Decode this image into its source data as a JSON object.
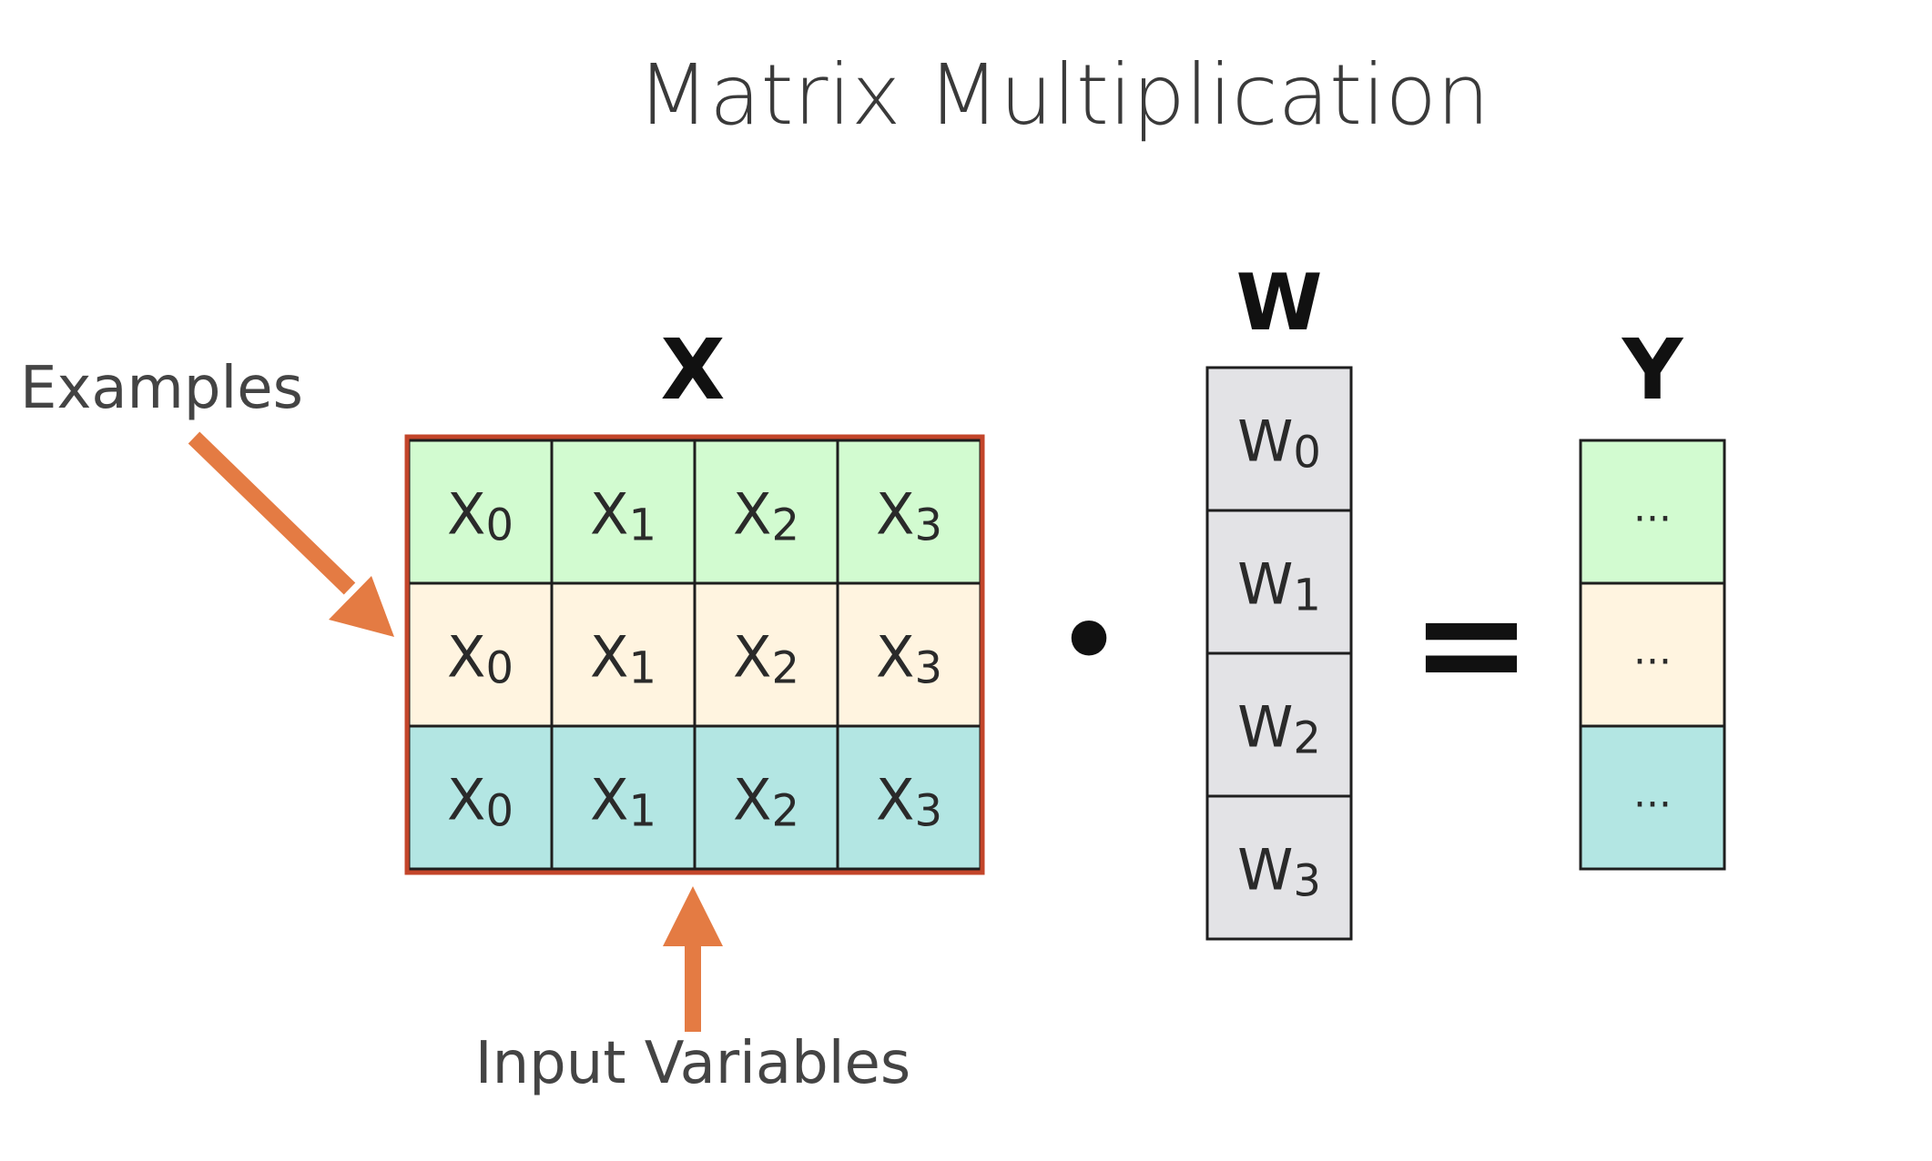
{
  "title": "Matrix Multiplication",
  "annotations": {
    "examples": "Examples",
    "input_variables": "Input Variables"
  },
  "matrix_x": {
    "label": "X",
    "rows": [
      {
        "cells": [
          {
            "base": "X",
            "sub": "0"
          },
          {
            "base": "X",
            "sub": "1"
          },
          {
            "base": "X",
            "sub": "2"
          },
          {
            "base": "X",
            "sub": "3"
          }
        ]
      },
      {
        "cells": [
          {
            "base": "X",
            "sub": "0"
          },
          {
            "base": "X",
            "sub": "1"
          },
          {
            "base": "X",
            "sub": "2"
          },
          {
            "base": "X",
            "sub": "3"
          }
        ]
      },
      {
        "cells": [
          {
            "base": "X",
            "sub": "0"
          },
          {
            "base": "X",
            "sub": "1"
          },
          {
            "base": "X",
            "sub": "2"
          },
          {
            "base": "X",
            "sub": "3"
          }
        ]
      }
    ]
  },
  "operator_dot": "•",
  "vector_w": {
    "label": "W",
    "cells": [
      {
        "base": "W",
        "sub": "0"
      },
      {
        "base": "W",
        "sub": "1"
      },
      {
        "base": "W",
        "sub": "2"
      },
      {
        "base": "W",
        "sub": "3"
      }
    ]
  },
  "operator_equals": "=",
  "vector_y": {
    "label": "Y",
    "cells": [
      "...",
      "...",
      "..."
    ]
  },
  "colors": {
    "row_green": "#d2fbd0",
    "row_cream": "#fff4e0",
    "row_teal": "#b3e6e3",
    "w_cell": "#e3e3e6",
    "x_border": "#c3452a",
    "arrow": "#e47b43",
    "grid": "#1e1e1e"
  }
}
